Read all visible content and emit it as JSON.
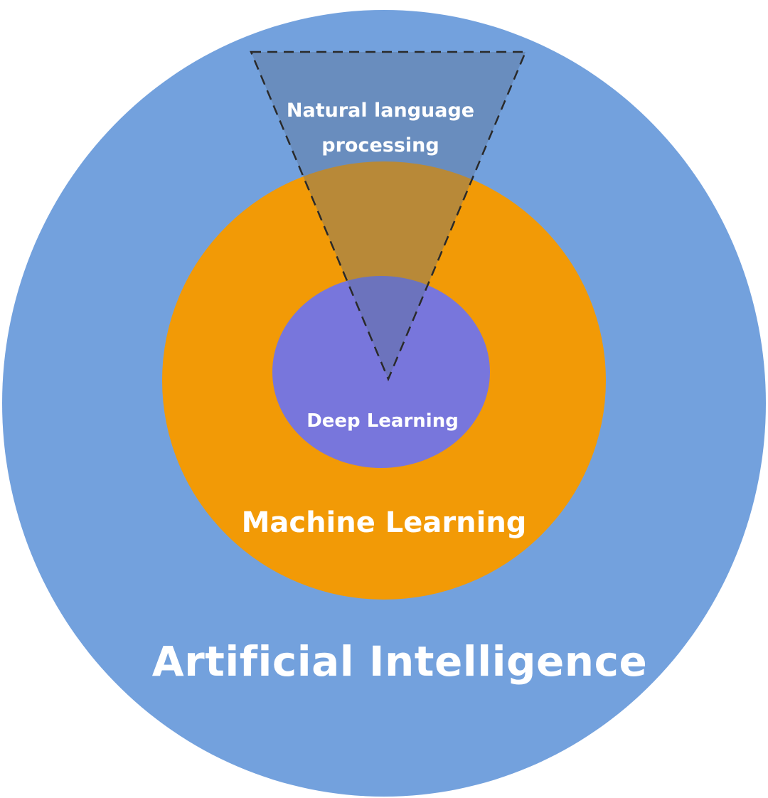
{
  "diagram": {
    "regions": {
      "artificial_intelligence": "Artificial Intelligence",
      "machine_learning": "Machine Learning",
      "deep_learning": "Deep Learning",
      "natural_language_processing": [
        "Natural language",
        "processing"
      ]
    },
    "colors": {
      "artificial_intelligence": "#73a1dd",
      "machine_learning": "#f29a06",
      "deep_learning": "#7876dc",
      "natural_language_processing_overlay": "#5a6e8c",
      "label_text": "#ffffff",
      "dashed_outline": "#2a2a2a"
    }
  }
}
